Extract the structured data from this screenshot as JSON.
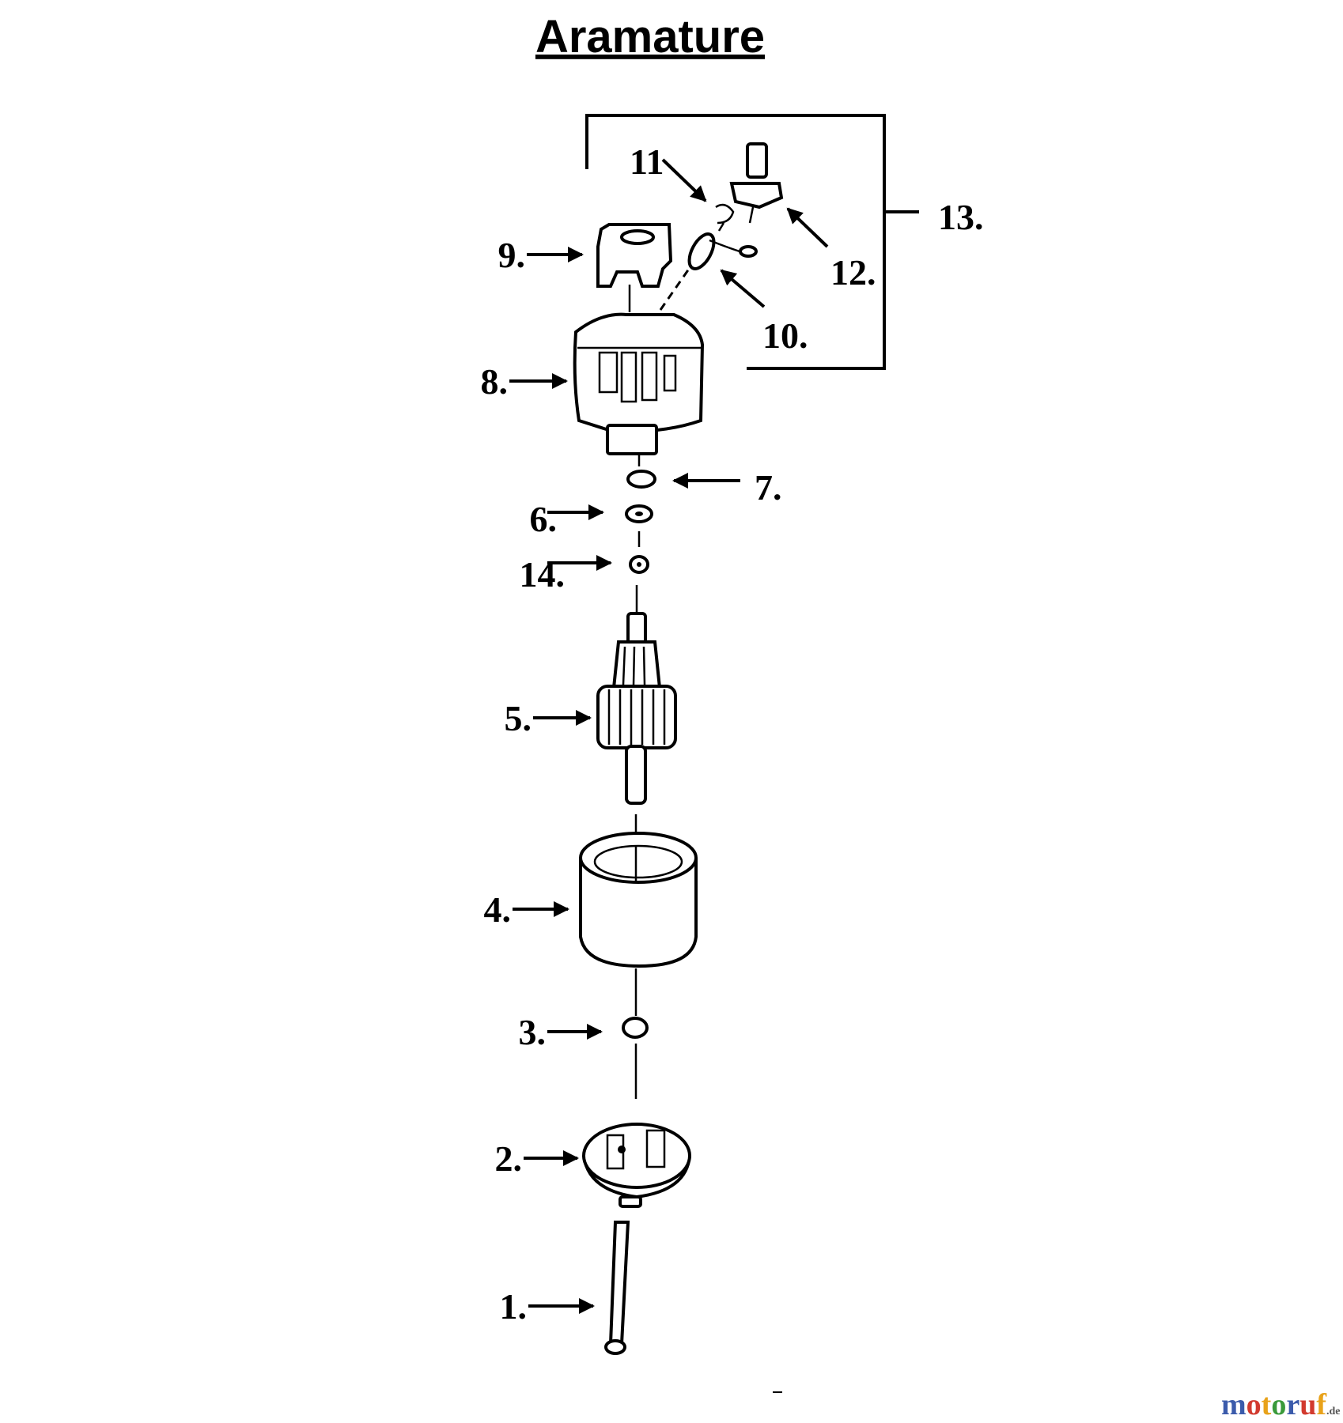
{
  "title": "Aramature",
  "callouts": [
    "1.",
    "2.",
    "3.",
    "4.",
    "5.",
    "6.",
    "7.",
    "8.",
    "9.",
    "10.",
    "11",
    "12.",
    "13.",
    "14."
  ],
  "watermark": {
    "main": "motoruf",
    "suffix": ".de",
    "colors": [
      "#3b5bab",
      "#d23a2f",
      "#e8a21a",
      "#3a9a3a"
    ]
  }
}
